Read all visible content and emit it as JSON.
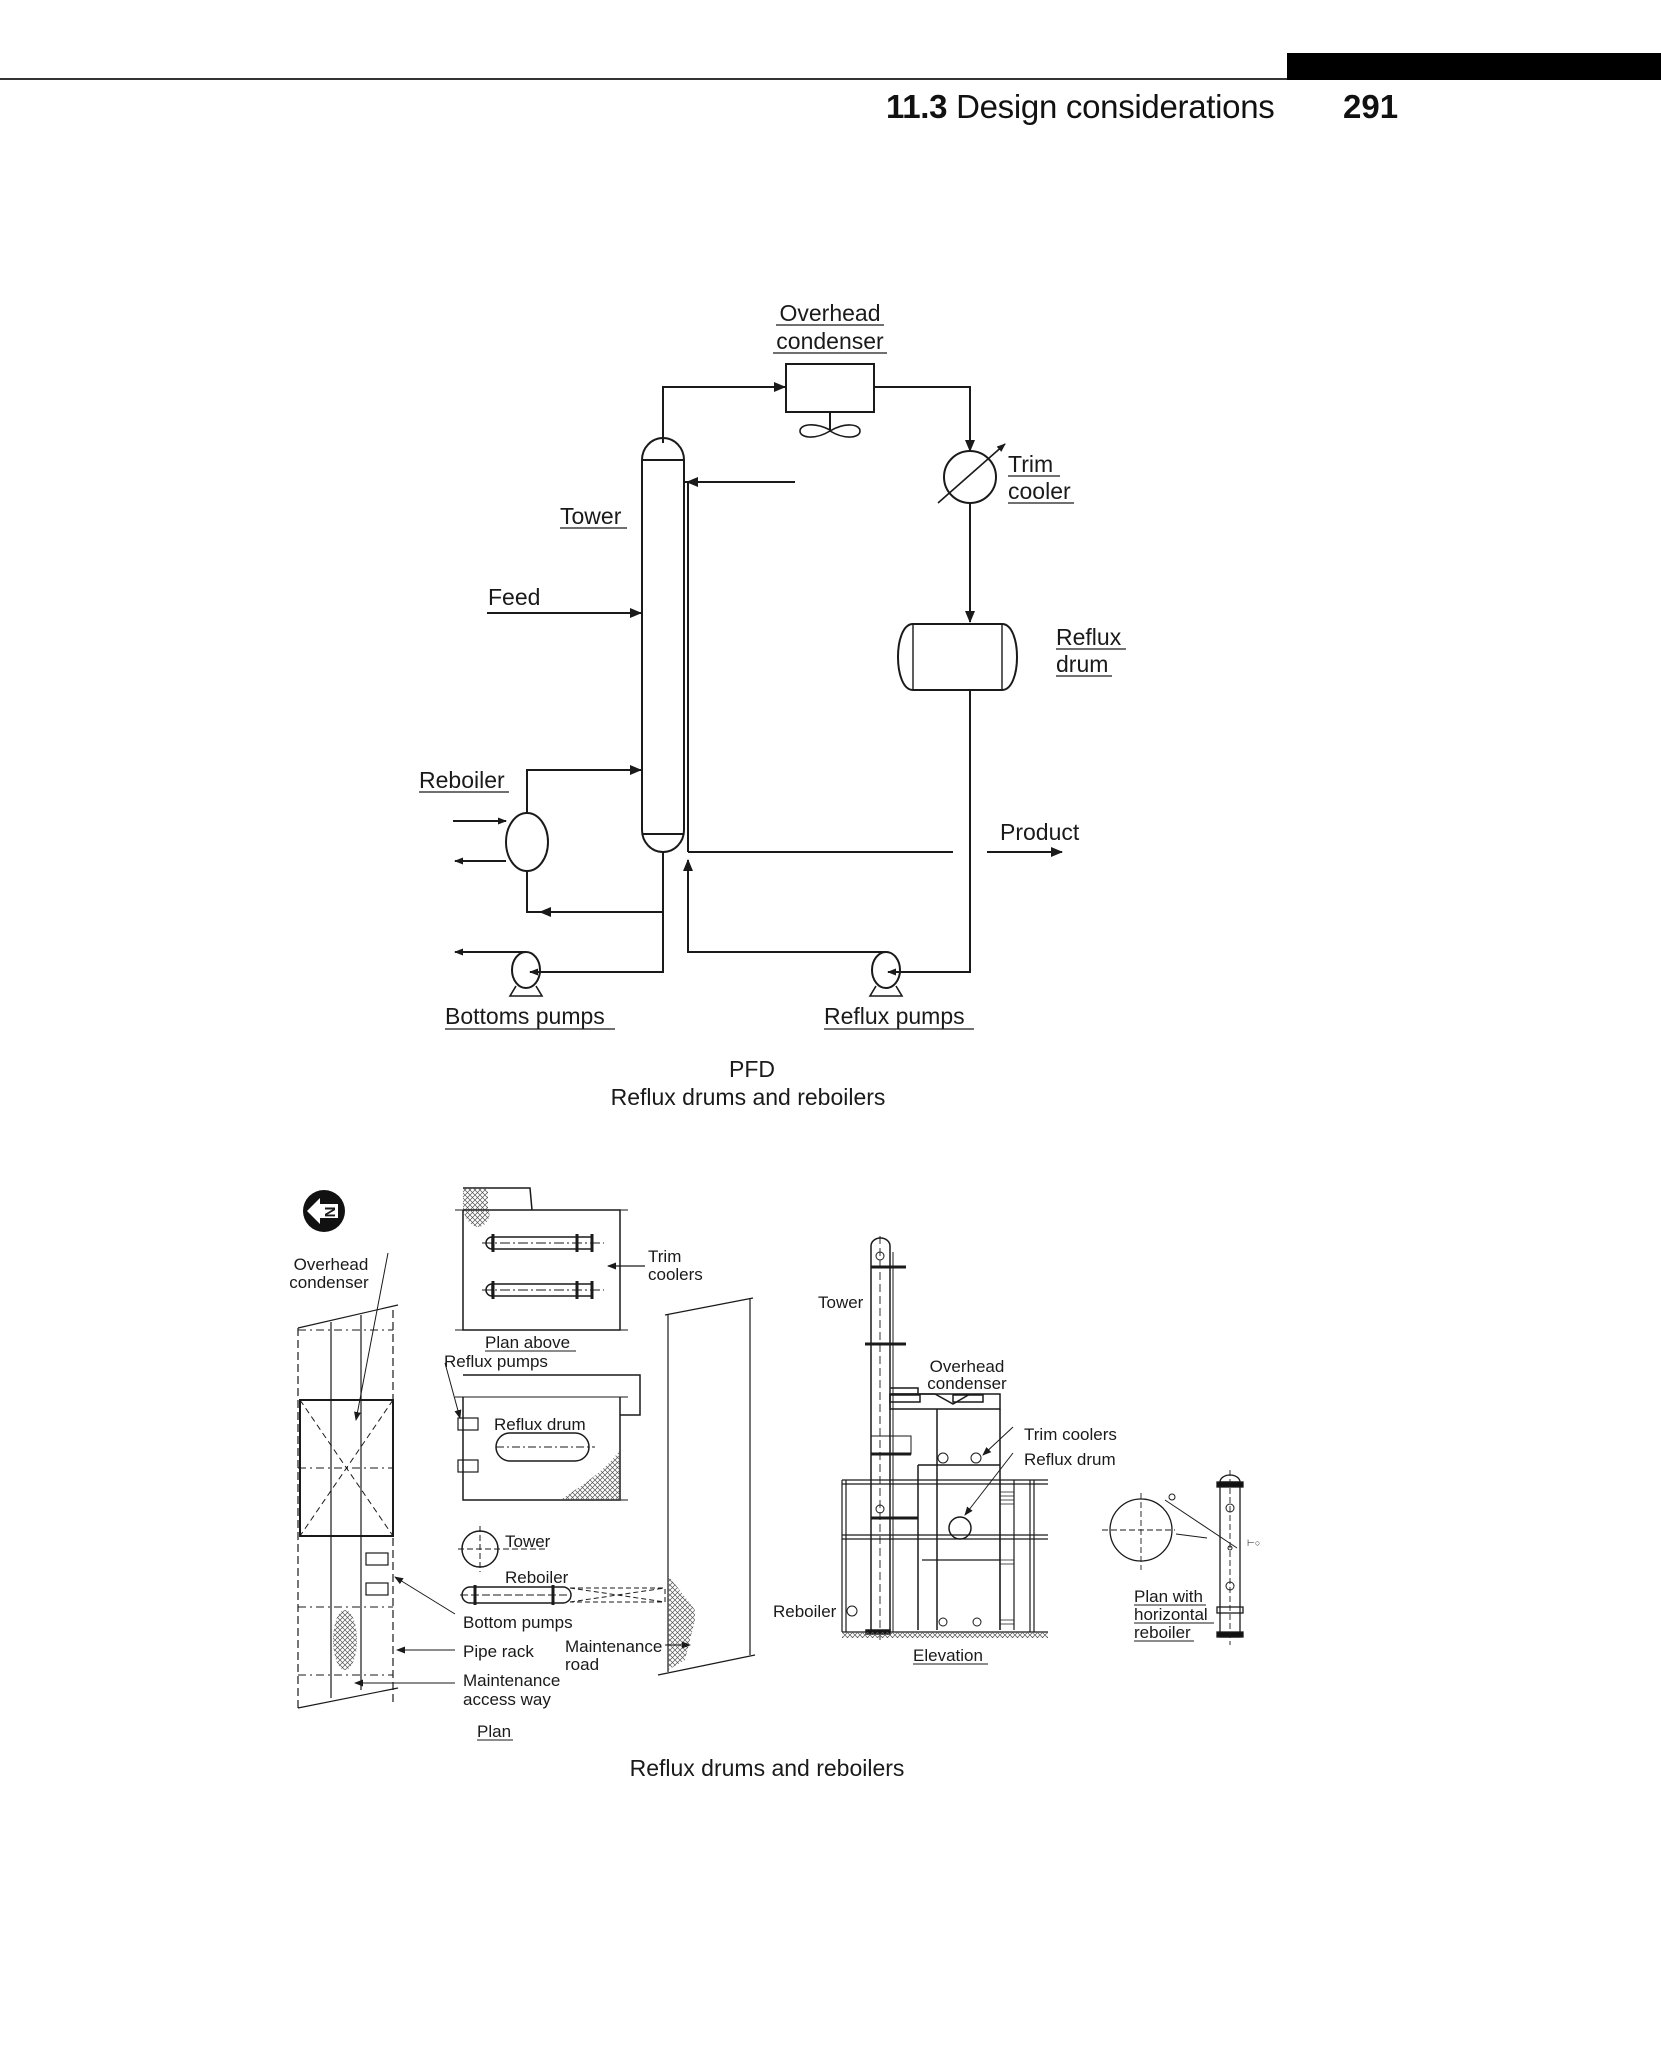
{
  "header": {
    "section_number": "11.3",
    "section_title": "Design considerations",
    "page_number": "291"
  },
  "pfd": {
    "labels": {
      "overhead_condenser_1": "Overhead",
      "overhead_condenser_2": "condenser",
      "trim_cooler_1": "Trim",
      "trim_cooler_2": "cooler",
      "tower": "Tower",
      "feed": "Feed",
      "reflux_drum_1": "Reflux",
      "reflux_drum_2": "drum",
      "reboiler": "Reboiler",
      "product": "Product",
      "bottoms_pumps": "Bottoms pumps",
      "reflux_pumps": "Reflux pumps"
    },
    "caption_line1": "PFD",
    "caption_line2": "Reflux drums and reboilers"
  },
  "layout_drawing": {
    "north_arrow": "N",
    "plan": {
      "overhead_condenser_1": "Overhead",
      "overhead_condenser_2": "condenser",
      "trim_coolers_1": "Trim",
      "trim_coolers_2": "coolers",
      "plan_above": "Plan above",
      "reflux_pumps": "Reflux pumps",
      "reflux_drum": "Reflux drum",
      "tower": "Tower",
      "reboiler": "Reboiler",
      "bottom_pumps": "Bottom pumps",
      "pipe_rack": "Pipe rack",
      "maintenance_road_1": "Maintenance",
      "maintenance_road_2": "road",
      "maintenance_access_1": "Maintenance",
      "maintenance_access_2": "access way",
      "title": "Plan"
    },
    "elevation": {
      "tower": "Tower",
      "overhead_condenser_1": "Overhead",
      "overhead_condenser_2": "condenser",
      "trim_coolers": "Trim coolers",
      "reflux_drum": "Reflux drum",
      "reboiler": "Reboiler",
      "title": "Elevation"
    },
    "plan_horizontal_reboiler": {
      "line1": "Plan with",
      "line2": "horizontal",
      "line3": "reboiler"
    },
    "caption": "Reflux drums and reboilers"
  }
}
